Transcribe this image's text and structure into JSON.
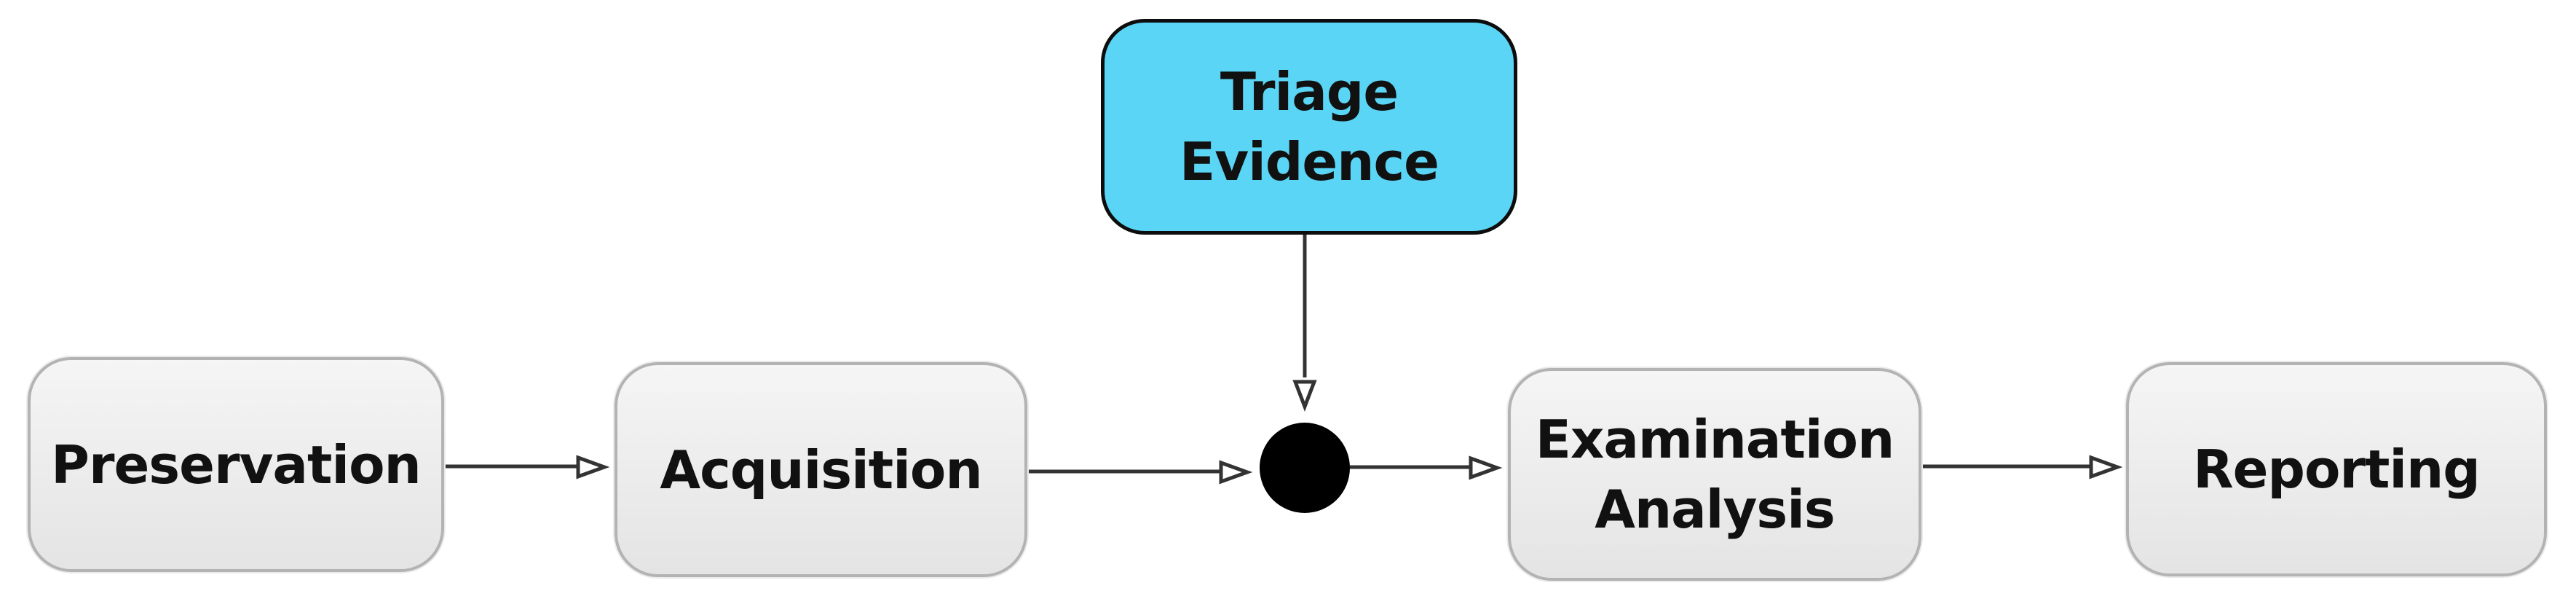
{
  "diagram": {
    "nodes": {
      "preservation": {
        "label": "Preservation"
      },
      "acquisition": {
        "label": "Acquisition"
      },
      "triage": {
        "label": "Triage\nEvidence"
      },
      "examination": {
        "label": "Examination\nAnalysis"
      },
      "reporting": {
        "label": "Reporting"
      }
    },
    "colors": {
      "triage_fill": "#5ad5f5",
      "node_fill": "#ececec",
      "edge": "#333333",
      "junction": "#000000"
    }
  }
}
